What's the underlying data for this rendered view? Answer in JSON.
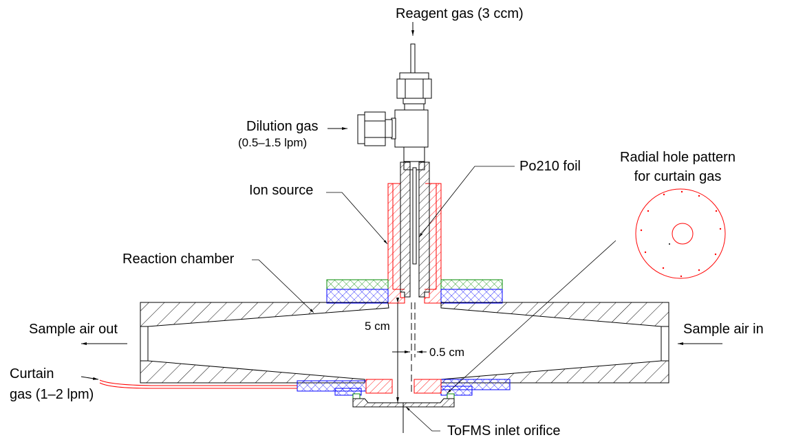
{
  "labels": {
    "reagent_gas": "Reagent gas (3 ccm)",
    "dilution_gas": "Dilution gas",
    "dilution_flow": "(0.5–1.5 lpm)",
    "ion_source": "Ion source",
    "reaction_chamber": "Reaction chamber",
    "po210_foil": "Po210 foil",
    "radial_line1": "Radial hole pattern",
    "radial_line2": "for curtain gas",
    "sample_air_out": "Sample air out",
    "sample_air_in": "Sample air in",
    "curtain_line1": "Curtain",
    "curtain_line2": "gas (1–2 lpm)",
    "dim_5cm": "5 cm",
    "dim_05cm": "0.5 cm",
    "tofms_inlet": "ToFMS inlet orifice"
  },
  "colors": {
    "line": "#000000",
    "ion_source": "#ff0000",
    "spacer_green": "#008000",
    "spacer_blue": "#0000ff"
  }
}
